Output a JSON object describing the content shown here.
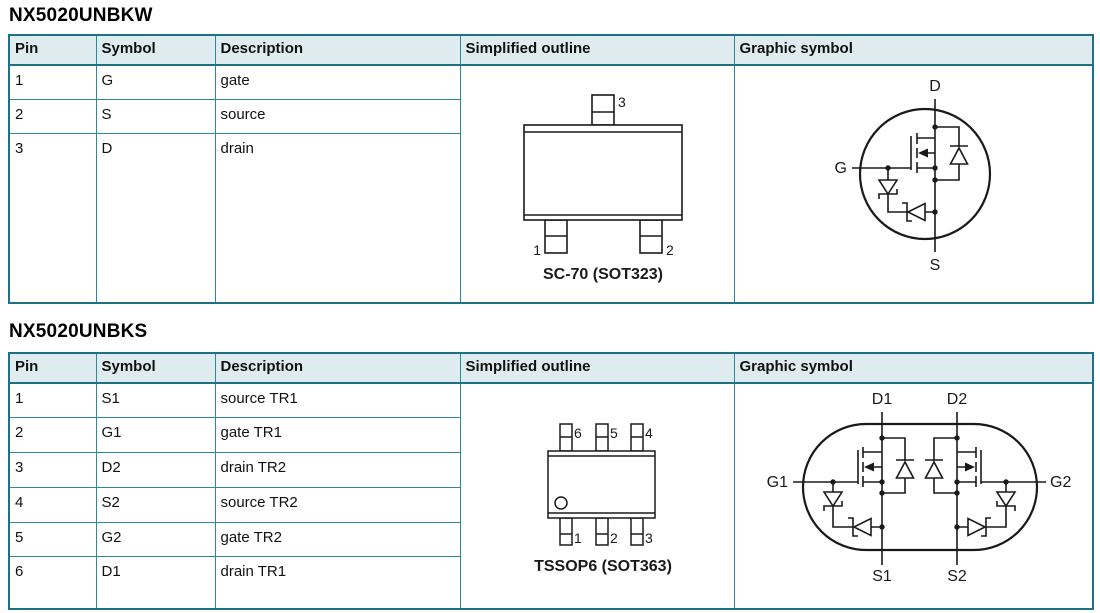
{
  "colors": {
    "table_border": "#30889b",
    "table_border_dark": "#1d7183",
    "header_bg": "#dfecef",
    "text": "#111111",
    "diagram_stroke": "#1a1a1a"
  },
  "sections": [
    {
      "title": "NX5020UNBKW",
      "columns": [
        "Pin",
        "Symbol",
        "Description",
        "Simplified outline",
        "Graphic symbol"
      ],
      "rows": [
        {
          "pin": "1",
          "symbol": "G",
          "description": "gate"
        },
        {
          "pin": "2",
          "symbol": "S",
          "description": "source"
        },
        {
          "pin": "3",
          "symbol": "D",
          "description": "drain"
        }
      ],
      "outline": {
        "caption": "SC-70 (SOT323)",
        "top_pins": [
          "3"
        ],
        "bottom_pins": [
          "1",
          "2"
        ]
      },
      "symbol": {
        "drain": "D",
        "gate": "G",
        "source": "S"
      }
    },
    {
      "title": "NX5020UNBKS",
      "columns": [
        "Pin",
        "Symbol",
        "Description",
        "Simplified outline",
        "Graphic symbol"
      ],
      "rows": [
        {
          "pin": "1",
          "symbol": "S1",
          "description": "source TR1"
        },
        {
          "pin": "2",
          "symbol": "G1",
          "description": "gate TR1"
        },
        {
          "pin": "3",
          "symbol": "D2",
          "description": "drain TR2"
        },
        {
          "pin": "4",
          "symbol": "S2",
          "description": "source TR2"
        },
        {
          "pin": "5",
          "symbol": "G2",
          "description": "gate TR2"
        },
        {
          "pin": "6",
          "symbol": "D1",
          "description": "drain TR1"
        }
      ],
      "outline": {
        "caption": "TSSOP6 (SOT363)",
        "top_pins": [
          "6",
          "5",
          "4"
        ],
        "bottom_pins": [
          "1",
          "2",
          "3"
        ]
      },
      "symbol": {
        "drain1": "D1",
        "drain2": "D2",
        "gate1": "G1",
        "gate2": "G2",
        "source1": "S1",
        "source2": "S2"
      }
    }
  ]
}
